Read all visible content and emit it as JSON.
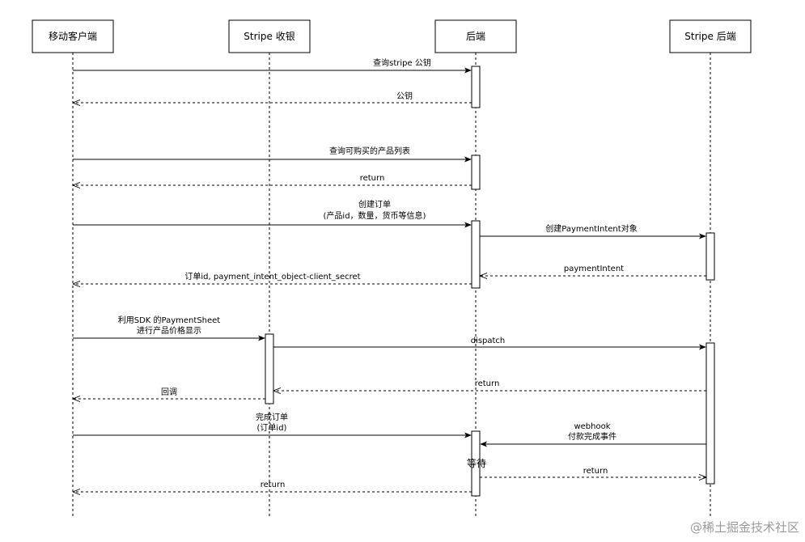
{
  "participants": [
    {
      "id": "mobile",
      "label": "移动客户端"
    },
    {
      "id": "checkout",
      "label": "Stripe 收银"
    },
    {
      "id": "backend",
      "label": "后端"
    },
    {
      "id": "stripe_backend",
      "label": "Stripe 后端"
    }
  ],
  "messages": [
    {
      "from": "mobile",
      "to": "backend",
      "type": "sync",
      "lines": [
        "查询stripe 公钥"
      ]
    },
    {
      "from": "backend",
      "to": "mobile",
      "type": "return",
      "lines": [
        "公钥"
      ]
    },
    {
      "from": "mobile",
      "to": "backend",
      "type": "sync",
      "lines": [
        "查询可购买的产品列表"
      ]
    },
    {
      "from": "backend",
      "to": "mobile",
      "type": "return",
      "lines": [
        "return"
      ]
    },
    {
      "from": "mobile",
      "to": "backend",
      "type": "sync",
      "lines": [
        "创建订单",
        "(产品id，数量，货币等信息)"
      ]
    },
    {
      "from": "backend",
      "to": "stripe_backend",
      "type": "sync",
      "lines": [
        "创建PaymentIntent对象"
      ]
    },
    {
      "from": "stripe_backend",
      "to": "backend",
      "type": "return",
      "lines": [
        "paymentIntent"
      ]
    },
    {
      "from": "backend",
      "to": "mobile",
      "type": "return",
      "lines": [
        "订单id, payment_intent_object-client_secret"
      ]
    },
    {
      "from": "mobile",
      "to": "checkout",
      "type": "sync",
      "lines": [
        "利用SDK 的PaymentSheet",
        "进行产品价格显示"
      ]
    },
    {
      "from": "checkout",
      "to": "stripe_backend",
      "type": "sync",
      "lines": [
        "dispatch"
      ]
    },
    {
      "from": "stripe_backend",
      "to": "checkout",
      "type": "return",
      "lines": [
        "return"
      ]
    },
    {
      "from": "checkout",
      "to": "mobile",
      "type": "return",
      "lines": [
        "回调"
      ]
    },
    {
      "from": "mobile",
      "to": "backend",
      "type": "sync",
      "lines": [
        "完成订单",
        "(订单id)"
      ]
    },
    {
      "from": "stripe_backend",
      "to": "backend",
      "type": "sync",
      "lines": [
        "webhook",
        "付款完成事件"
      ]
    },
    {
      "from": "backend",
      "to": "stripe_backend",
      "type": "return",
      "lines": [
        "return"
      ]
    },
    {
      "from": "backend",
      "to": "mobile",
      "type": "return",
      "lines": [
        "return"
      ]
    }
  ],
  "notes": [
    {
      "label": "等待"
    }
  ],
  "watermark": "@稀土掘金技术社区",
  "colors": {
    "line": "#000000",
    "box_fill": "#ffffff",
    "watermark": "#9a9a9a"
  }
}
